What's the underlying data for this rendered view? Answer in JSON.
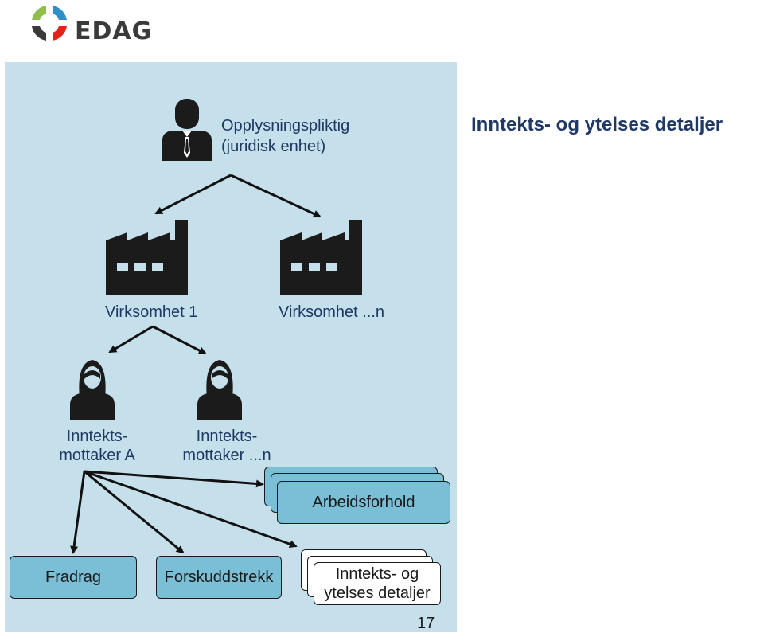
{
  "brand": {
    "name": "EDAG"
  },
  "title": "Inntekts- og ytelses detaljer",
  "nodes": {
    "opplysningspliktig": {
      "line1": "Opplysningspliktig",
      "line2": "(juridisk enhet)"
    },
    "virksomhet1": "Virksomhet 1",
    "virksomhetn": "Virksomhet ...n",
    "mottakerA": {
      "line1": "Inntekts-",
      "line2": "mottaker A"
    },
    "mottakerN": {
      "line1": "Inntekts-",
      "line2": "mottaker ...n"
    },
    "arbeidsforhold": "Arbeidsforhold",
    "fradrag": "Fradrag",
    "forskuddstrekk": "Forskuddstrekk",
    "detaljer": {
      "line1": "Inntekts- og",
      "line2": "ytelses detaljer"
    }
  },
  "page_number": "17",
  "colors": {
    "panel": "#c6e0eb",
    "box": "#7bbfd6",
    "title": "#1f3864",
    "icon": "#1b1b1b"
  },
  "icons": [
    "businessman-icon",
    "factory-icon",
    "woman-icon",
    "edag-logo-icon"
  ]
}
